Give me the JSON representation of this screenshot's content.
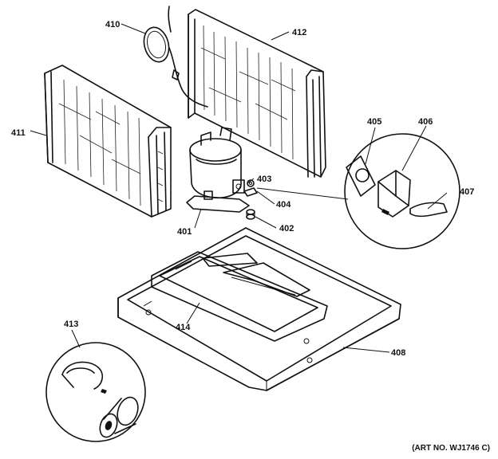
{
  "callouts": [
    {
      "id": "410",
      "label": "410"
    },
    {
      "id": "412",
      "label": "412"
    },
    {
      "id": "411",
      "label": "411"
    },
    {
      "id": "405",
      "label": "405"
    },
    {
      "id": "406",
      "label": "406"
    },
    {
      "id": "403",
      "label": "403"
    },
    {
      "id": "404",
      "label": "404"
    },
    {
      "id": "407",
      "label": "407"
    },
    {
      "id": "401",
      "label": "401"
    },
    {
      "id": "402",
      "label": "402"
    },
    {
      "id": "413",
      "label": "413"
    },
    {
      "id": "414",
      "label": "414"
    },
    {
      "id": "408",
      "label": "408"
    }
  ],
  "art_number": "(ART NO. WJ1746 C)"
}
